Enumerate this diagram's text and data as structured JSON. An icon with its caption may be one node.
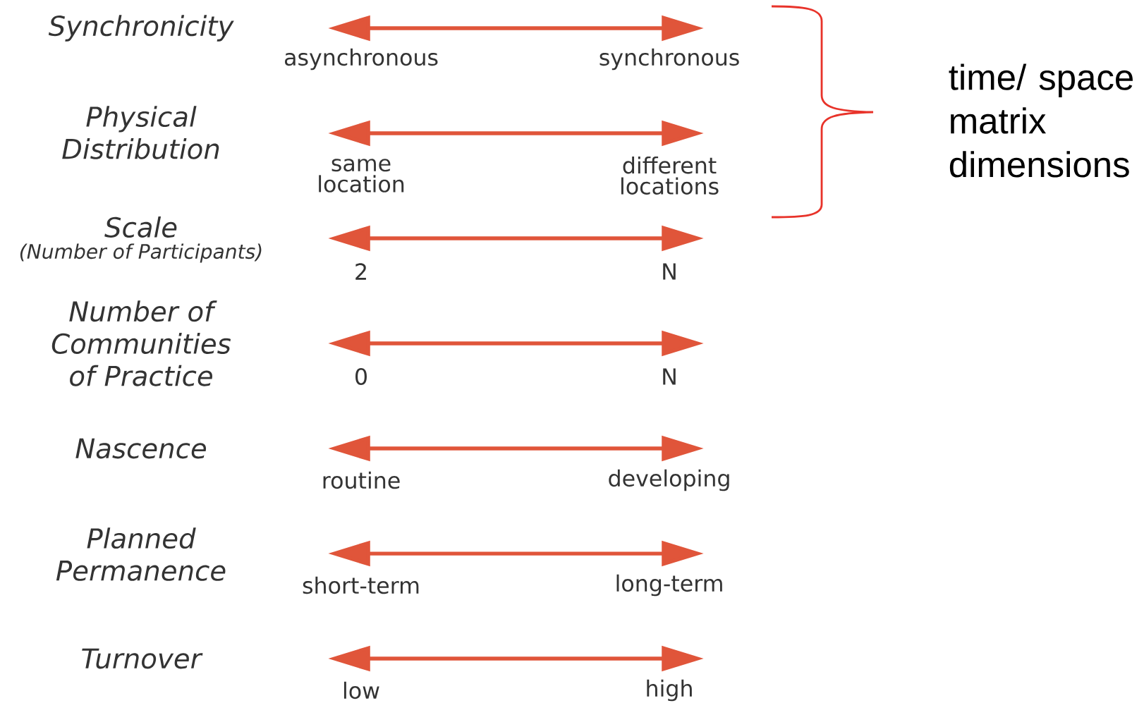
{
  "diagram": {
    "labels": [
      "Synchronicity",
      "asynchronous",
      "synchronous",
      "Physical Distribution",
      "same location",
      "different locations",
      "Scale",
      "(Number of Participants)",
      "2",
      "N",
      "Number of Communities of Practice",
      "0",
      "N",
      "Nascence",
      "routine",
      "developing",
      "Planned Permanence",
      "short-term",
      "long-term",
      "Turnover",
      "low",
      "high",
      "time/ space matrix dimensions"
    ]
  }
}
